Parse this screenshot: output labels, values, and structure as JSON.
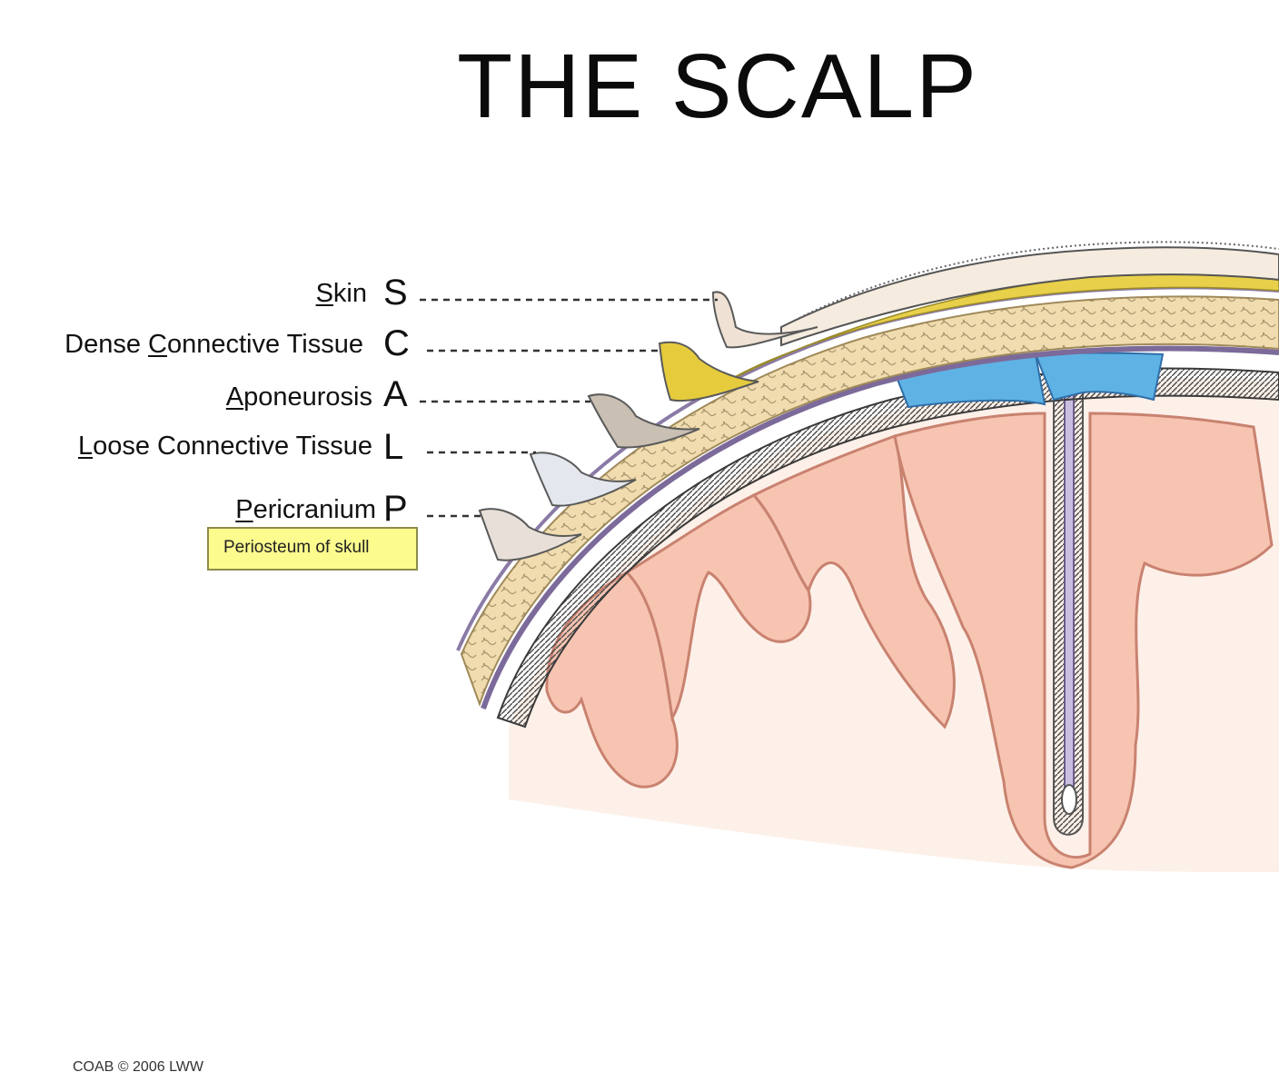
{
  "title": "THE SCALP",
  "layers": [
    {
      "first": "S",
      "rest": "kin",
      "letter": "S"
    },
    {
      "pre": "Dense ",
      "first": "C",
      "rest": "onnective Tissue",
      "letter": "C"
    },
    {
      "first": "A",
      "rest": "poneurosis",
      "letter": "A"
    },
    {
      "first": "L",
      "rest": "oose Connective Tissue",
      "letter": "L"
    },
    {
      "first": "P",
      "rest": "ericranium",
      "letter": "P"
    }
  ],
  "note": "Periosteum of skull",
  "footer": "COAB © 2006 LWW",
  "colors": {
    "skin": "#f2e6d8",
    "dense_connective": "#e8d04a",
    "bone": "#f0dcae",
    "csf": "#5fb2e4",
    "dura": "#7c6a9a",
    "cortex": "#f7c6b4",
    "white_matter": "#fdefe6",
    "callout_box": "#fbfb8e"
  }
}
